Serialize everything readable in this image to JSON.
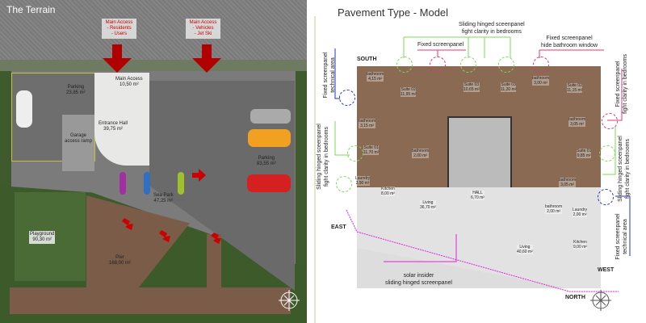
{
  "terrain": {
    "title": "The Terrain",
    "access_boxes": [
      {
        "title": "Main Access",
        "lines": [
          "- Residents",
          "- Users"
        ]
      },
      {
        "title": "Main Access",
        "lines": [
          "- Vehicles",
          "- Jet Ski"
        ]
      }
    ],
    "areas": [
      {
        "name": "Parking",
        "area": "23,85 m²"
      },
      {
        "name": "Main Access",
        "area": "10,50 m²"
      },
      {
        "name": "Entrance Hall",
        "area": "39,75 m²"
      },
      {
        "name": "Garage",
        "area": "access ramp"
      },
      {
        "name": "Parking",
        "area": "83,55 m²"
      },
      {
        "name": "Sea Park",
        "area": "47,25 m²"
      },
      {
        "name": "Playground",
        "area": "90,30 m²"
      },
      {
        "name": "Pier",
        "area": "168,00 m²"
      }
    ],
    "accent": "#c00000"
  },
  "model": {
    "title": "Pavement Type - Model",
    "callouts": {
      "sliding_top": [
        "Sliding hinged sceenpanel",
        "fight clarity in bedrooms"
      ],
      "fixed_top": "Fixed screenpanel",
      "fixed_hide": [
        "Fixed screenpanel",
        "hide bathroom window"
      ],
      "left_tech": [
        "Fixed screenpanel",
        "technical area"
      ],
      "left_sliding": [
        "Sliding hinged sceenpanel",
        "fight clarity in bedrooms"
      ],
      "right_fixed": [
        "Fixed screenpanel",
        "fight clarity in bedrooms"
      ],
      "right_sliding": [
        "Sliding hinged sceenpanel",
        "fight clarity in bedrooms"
      ],
      "right_tech": [
        "Fixed screenpanel",
        "technical area"
      ],
      "solar": [
        "solar insider",
        "sliding hinged screenpanel"
      ]
    },
    "directions": {
      "south": "SOUTH",
      "east": "EAST",
      "west": "WEST",
      "north": "NORTH"
    },
    "rooms": [
      {
        "name": "bathroom",
        "area": "4,15 m²"
      },
      {
        "name": "Suite 02",
        "area": "11,95 m²"
      },
      {
        "name": "Suite 03",
        "area": "10,65 m²"
      },
      {
        "name": "Suite 03",
        "area": "11,20 m²"
      },
      {
        "name": "bathroom",
        "area": "3,00 m²"
      },
      {
        "name": "Suite 02",
        "area": "11,15 m²"
      },
      {
        "name": "bathroom",
        "area": "3,15 m²"
      },
      {
        "name": "bathroom",
        "area": "3,05 m²"
      },
      {
        "name": "Suite 01",
        "area": "11,70 m²"
      },
      {
        "name": "bathroom",
        "area": "2,00 m²"
      },
      {
        "name": "Suite 01",
        "area": "9,85 m²"
      },
      {
        "name": "Laundry",
        "area": "2,90 m²"
      },
      {
        "name": "Kitchen",
        "area": "8,00 m²"
      },
      {
        "name": "HALL",
        "area": "6,70 m²"
      },
      {
        "name": "bathroom",
        "area": "3,05 m²"
      },
      {
        "name": "Living",
        "area": "36,70 m²"
      },
      {
        "name": "bathroom",
        "area": "2,00 m²"
      },
      {
        "name": "Laundry",
        "area": "2,00 m²"
      },
      {
        "name": "Kitchen",
        "area": "9,00 m²"
      },
      {
        "name": "Living",
        "area": "40,60 m²"
      }
    ],
    "colors": {
      "green": "#7ed957",
      "pink": "#e8307a",
      "blue": "#2233cc",
      "magenta": "#e020e0"
    }
  }
}
